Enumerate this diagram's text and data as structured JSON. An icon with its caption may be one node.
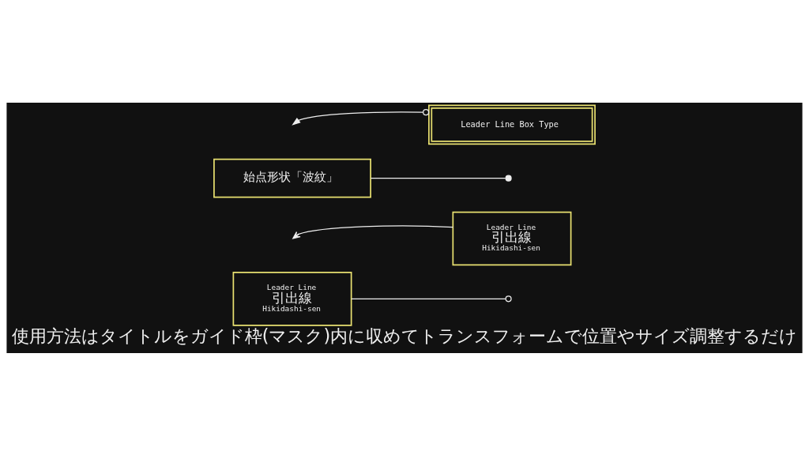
{
  "diagram": {
    "caption": "使用方法はタイトルをガイド枠(マスク)内に収めてトランスフォームで位置やサイズ調整するだけ",
    "nodes": [
      {
        "text": [
          "Leader Line",
          "引出線",
          "Hikidashi-sen"
        ]
      },
      {
        "text": [
          "Leader Line",
          "引出線",
          "Hikidashi-sen"
        ]
      },
      {
        "text": [
          "始点形状「波紋」"
        ]
      },
      {
        "text": [
          "Leader Line Box Type"
        ]
      }
    ],
    "edges": [
      {
        "from": 0,
        "to": null,
        "arrow": "other"
      },
      {
        "from": 1,
        "to": null,
        "arrow": "to"
      },
      {
        "from": 2,
        "to": null,
        "arrow": "other"
      },
      {
        "from": 3,
        "to": null,
        "arrow": "to"
      }
    ]
  }
}
